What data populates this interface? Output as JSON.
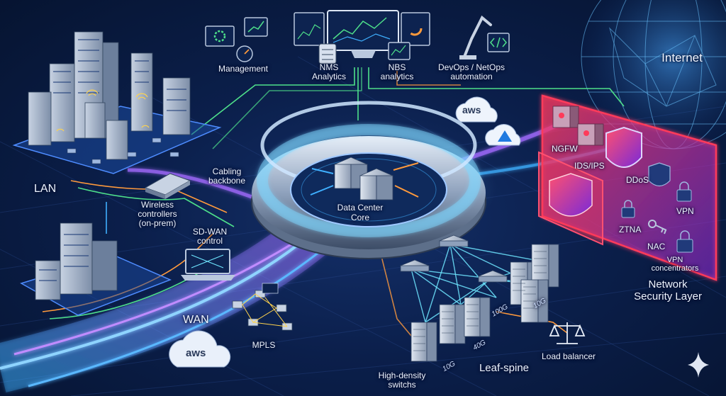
{
  "labels": {
    "management": "Management",
    "nms": "NMS",
    "analytics": "Analytics",
    "nbs": "NBS",
    "nbs_analytics": "analytics",
    "devops": "DevOps / NetOps",
    "automation": "automation",
    "internet": "Internet",
    "aws_top": "aws",
    "ngfw": "NGFW",
    "ids_ips": "IDS/IPS",
    "ddos": "DDoS",
    "vpn": "VPN",
    "ztna": "ZTNA",
    "nac": "NAC",
    "vpn_conc_1": "VPN",
    "vpn_conc_2": "concentrators",
    "security_1": "Network",
    "security_2": "Security Layer",
    "lan": "LAN",
    "cabling_1": "Cabling",
    "cabling_2": "backbone",
    "wireless_1": "Wireless",
    "wireless_2": "controllers",
    "wireless_3": "(on-prem)",
    "sdwan_1": "SD-WAN",
    "sdwan_2": "control",
    "dc_1": "Data Center",
    "dc_2": "Core",
    "wan": "WAN",
    "aws_bottom": "aws",
    "mpls": "MPLS",
    "hd_1": "High-density",
    "hd_2": "switchs",
    "leafspine": "Leaf-spine",
    "lb": "Load balancer",
    "speed_100g": "100G",
    "speed_10g_a": "10G",
    "speed_40g": "40G",
    "speed_10g_b": "10G"
  },
  "icons": [
    "gear-icon",
    "gauge-icon",
    "chart-icon",
    "monitor-icon",
    "robot-arm-icon",
    "code-icon",
    "aws-cloud-icon",
    "azure-cloud-icon",
    "shield-icon",
    "lock-icon",
    "key-icon",
    "scale-icon",
    "globe-icon",
    "sparkle-icon"
  ],
  "colors": {
    "background": "#0b1f4b",
    "core_glow": "#7fd6ff",
    "security_red": "#ff3a5a",
    "stream_purple": "#a46bff",
    "stream_blue": "#3fb0ff",
    "link_orange": "#ff9a3c",
    "link_green": "#4ee08a"
  }
}
